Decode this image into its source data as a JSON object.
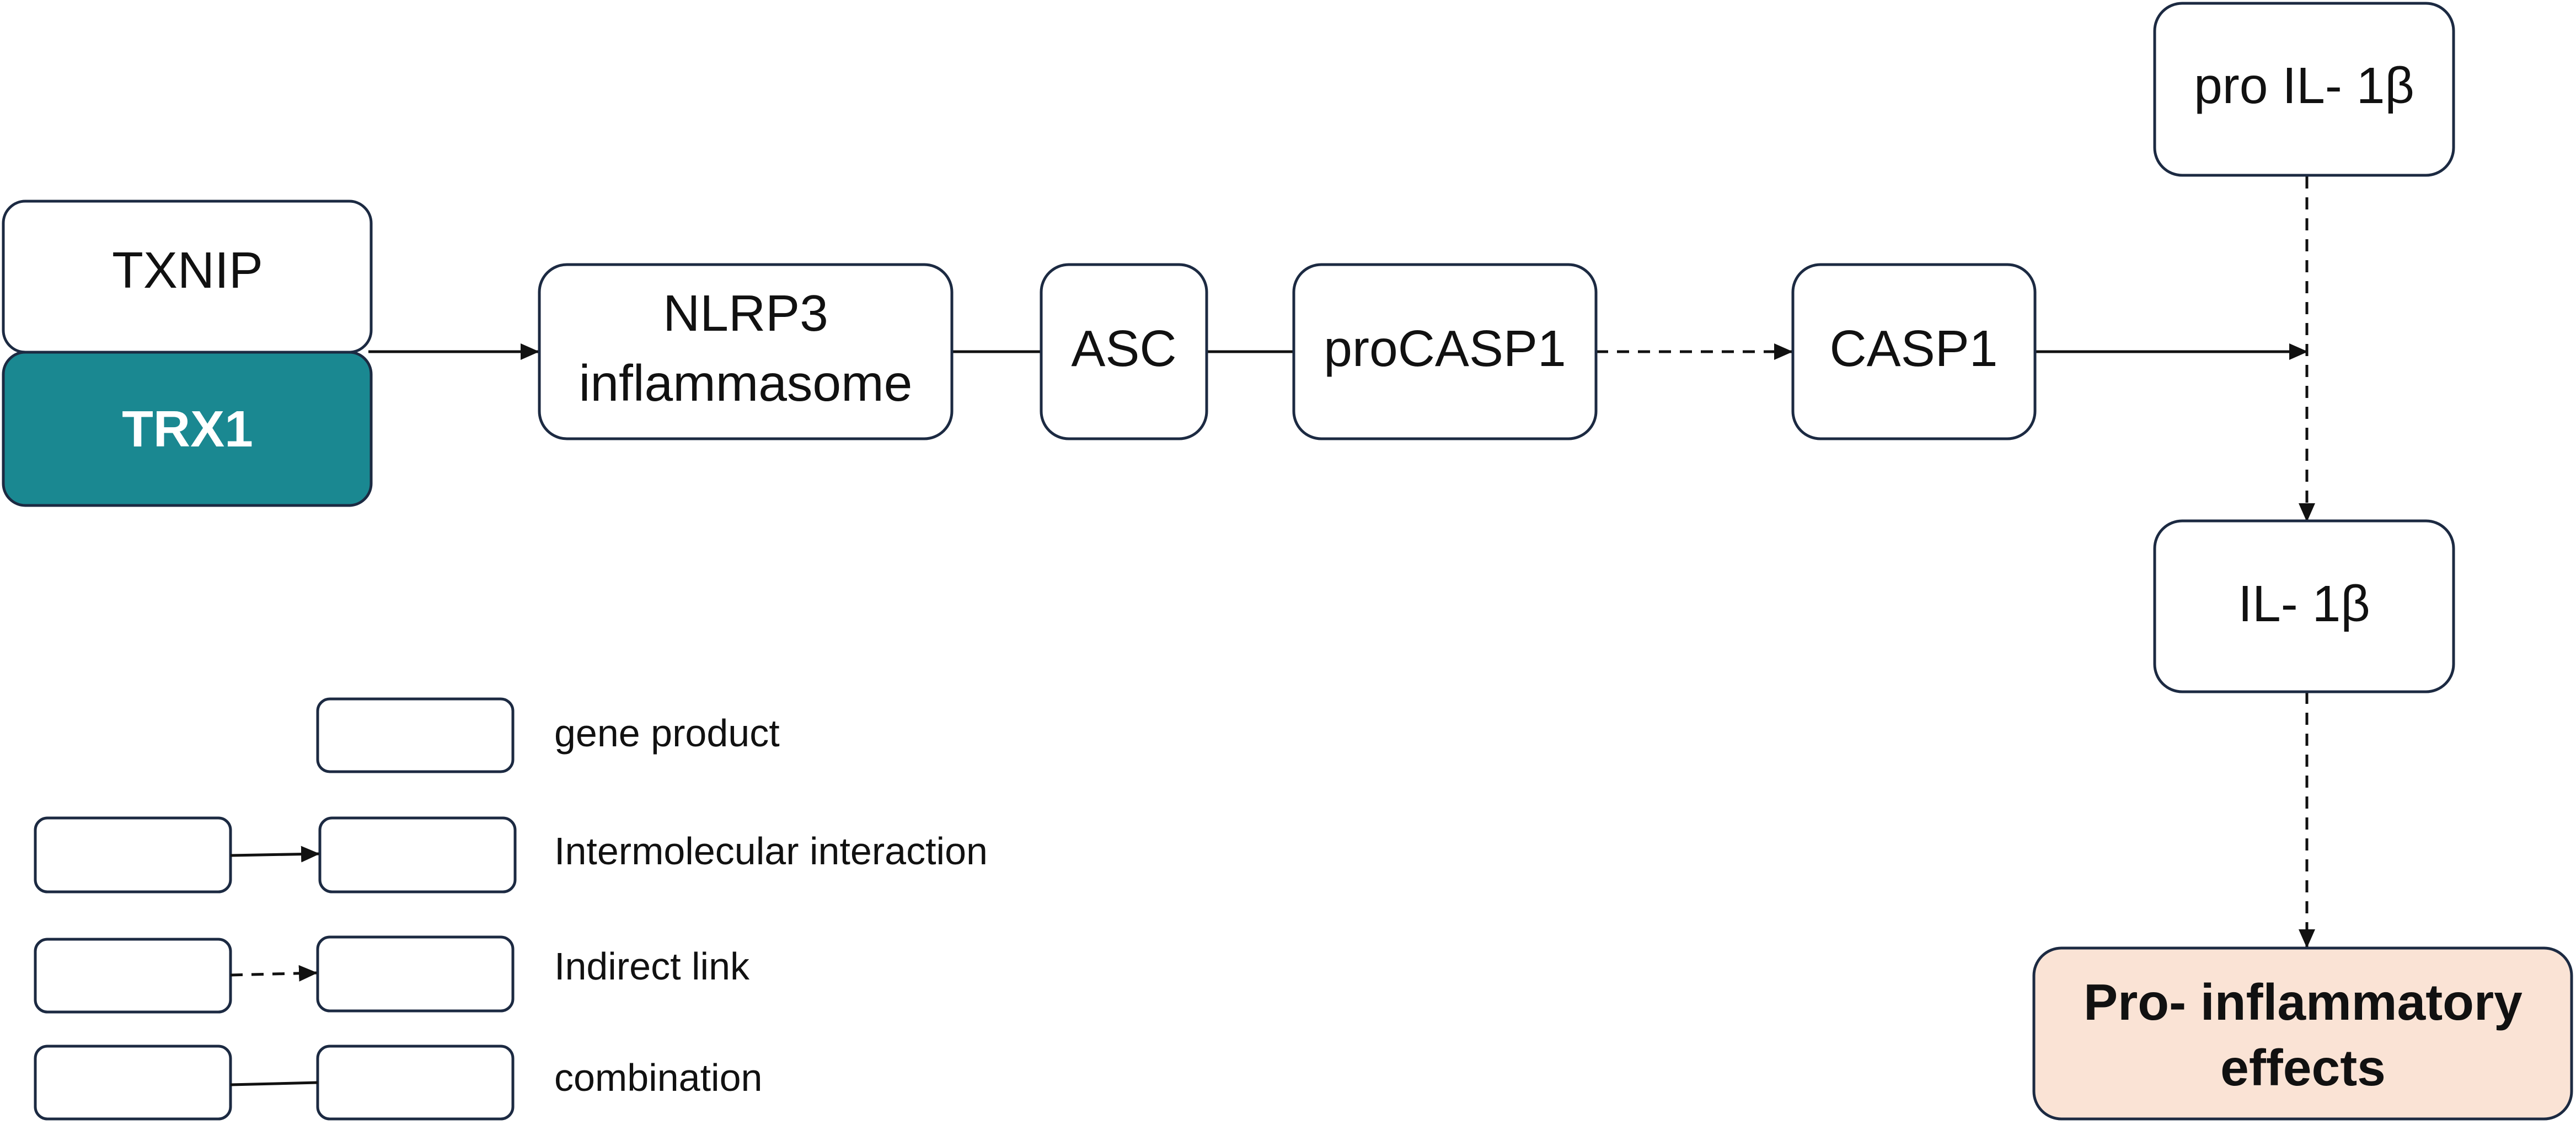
{
  "colors": {
    "trx1_fill": "#1a8891",
    "effects_fill": "#fae3d5",
    "border": "#1c2a42",
    "text": "#111111",
    "text_inverse": "#ffffff"
  },
  "nodes": {
    "txnip": "TXNIP",
    "trx1": "TRX1",
    "nlrp3": [
      "NLRP3",
      "inflammasome"
    ],
    "asc": "ASC",
    "procasp1": "proCASP1",
    "casp1": "CASP1",
    "pro_il1b": "pro IL- 1β",
    "il1b": "IL- 1β",
    "effects": [
      "Pro- inflammatory",
      "effects"
    ]
  },
  "edges": [
    {
      "from": "trx1",
      "to": "nlrp3",
      "style": "arrow"
    },
    {
      "from": "nlrp3",
      "to": "asc",
      "style": "line"
    },
    {
      "from": "asc",
      "to": "procasp1",
      "style": "line"
    },
    {
      "from": "procasp1",
      "to": "casp1",
      "style": "dashed-arrow"
    },
    {
      "from": "casp1",
      "to": "pro_il1b-il1b",
      "style": "arrow"
    },
    {
      "from": "pro_il1b",
      "to": "il1b",
      "style": "dashed-arrow"
    },
    {
      "from": "il1b",
      "to": "effects",
      "style": "dashed-arrow"
    }
  ],
  "legend": {
    "gene_product": "gene product",
    "intermolecular": "Intermolecular interaction",
    "indirect": "Indirect link",
    "combination": "combination"
  }
}
